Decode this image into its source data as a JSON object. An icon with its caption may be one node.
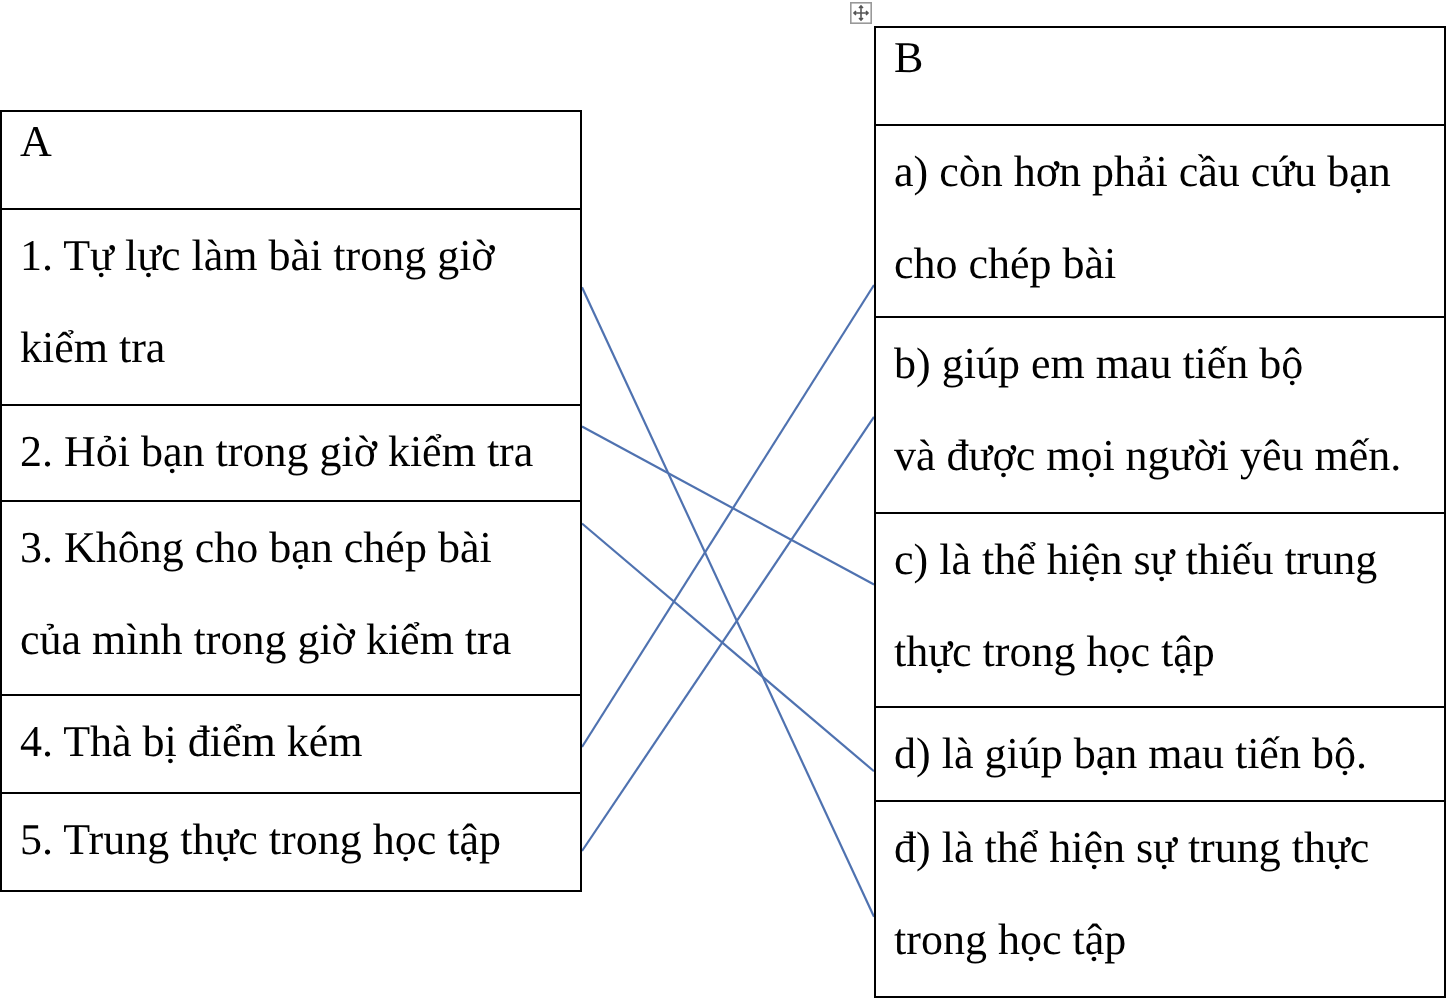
{
  "diagram": {
    "nodes": [
      {
        "text": [
          "A"
        ]
      },
      {
        "text": [
          "1. Tự lực làm bài trong giờ kiểm tra"
        ]
      },
      {
        "text": [
          "2. Hỏi bạn trong giờ kiểm tra"
        ]
      },
      {
        "text": [
          "3. Không cho bạn chép bài của mình trong giờ kiểm tra"
        ]
      },
      {
        "text": [
          "4. Thà bị điểm kém"
        ]
      },
      {
        "text": [
          "5. Trung thực trong học tập"
        ]
      },
      {
        "text": [
          "B"
        ]
      },
      {
        "text": [
          "a) còn hơn phải cầu cứu bạn cho chép bài"
        ]
      },
      {
        "text": [
          "b) giúp em mau tiến bộ và được mọi người yêu mến."
        ]
      },
      {
        "text": [
          "c) là thể hiện sự thiếu trung thực trong học tập"
        ]
      },
      {
        "text": [
          "d) là giúp bạn mau tiến bộ."
        ]
      },
      {
        "text": [
          "đ) là thể hiện sự trung thực trong học tập"
        ]
      }
    ],
    "edges": [
      {
        "from": 1,
        "to": 11,
        "arrow": "none"
      },
      {
        "from": 2,
        "to": 9,
        "arrow": "none"
      },
      {
        "from": 3,
        "to": 10,
        "arrow": "none"
      },
      {
        "from": 4,
        "to": 7,
        "arrow": "none"
      },
      {
        "from": 5,
        "to": 8,
        "arrow": "none"
      }
    ]
  }
}
